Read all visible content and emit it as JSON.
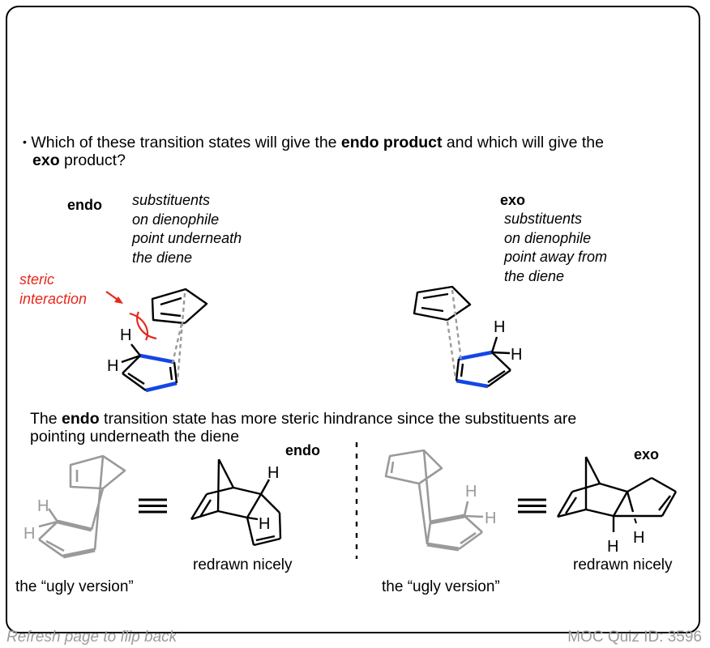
{
  "question": {
    "bullet": "•",
    "part1": "Which of these transition states will give the ",
    "bold1": "endo product",
    "part2": " and which will give the",
    "bold2": "exo",
    "part3": " product?"
  },
  "endo_ts": {
    "label": "endo",
    "description": [
      "substituents",
      "on dienophile",
      "point underneath",
      "the diene"
    ],
    "steric_label": [
      "steric",
      "interaction"
    ],
    "h_labels": [
      "H",
      "H"
    ]
  },
  "exo_ts": {
    "label": "exo",
    "description": [
      "substituents",
      "on dienophile",
      "point away from",
      "the diene"
    ],
    "h_labels": [
      "H",
      "H"
    ]
  },
  "explanation": {
    "part1": "The ",
    "bold": "endo",
    "part2": " transition state has more steric hindrance since the substituents are",
    "line2": "pointing underneath the diene"
  },
  "endo_products": {
    "label": "endo",
    "ugly_caption": "the “ugly version”",
    "nice_caption": "redrawn nicely",
    "equiv": "≡",
    "h_labels": [
      "H",
      "H"
    ]
  },
  "exo_products": {
    "label": "exo",
    "ugly_caption": "the “ugly version”",
    "nice_caption": "redrawn nicely",
    "equiv": "≡",
    "h_labels": [
      "H",
      "H"
    ]
  },
  "footer": {
    "left": "Refresh page to flip back",
    "right": "MOC Quiz ID: 3596"
  },
  "colors": {
    "bond": "#000000",
    "highlight_bond": "#1446e6",
    "steric": "#e8261a",
    "ghost": "#9a9a9a",
    "dashed_bond": "#9a9a9a",
    "footer_text": "#9b9b9b"
  }
}
